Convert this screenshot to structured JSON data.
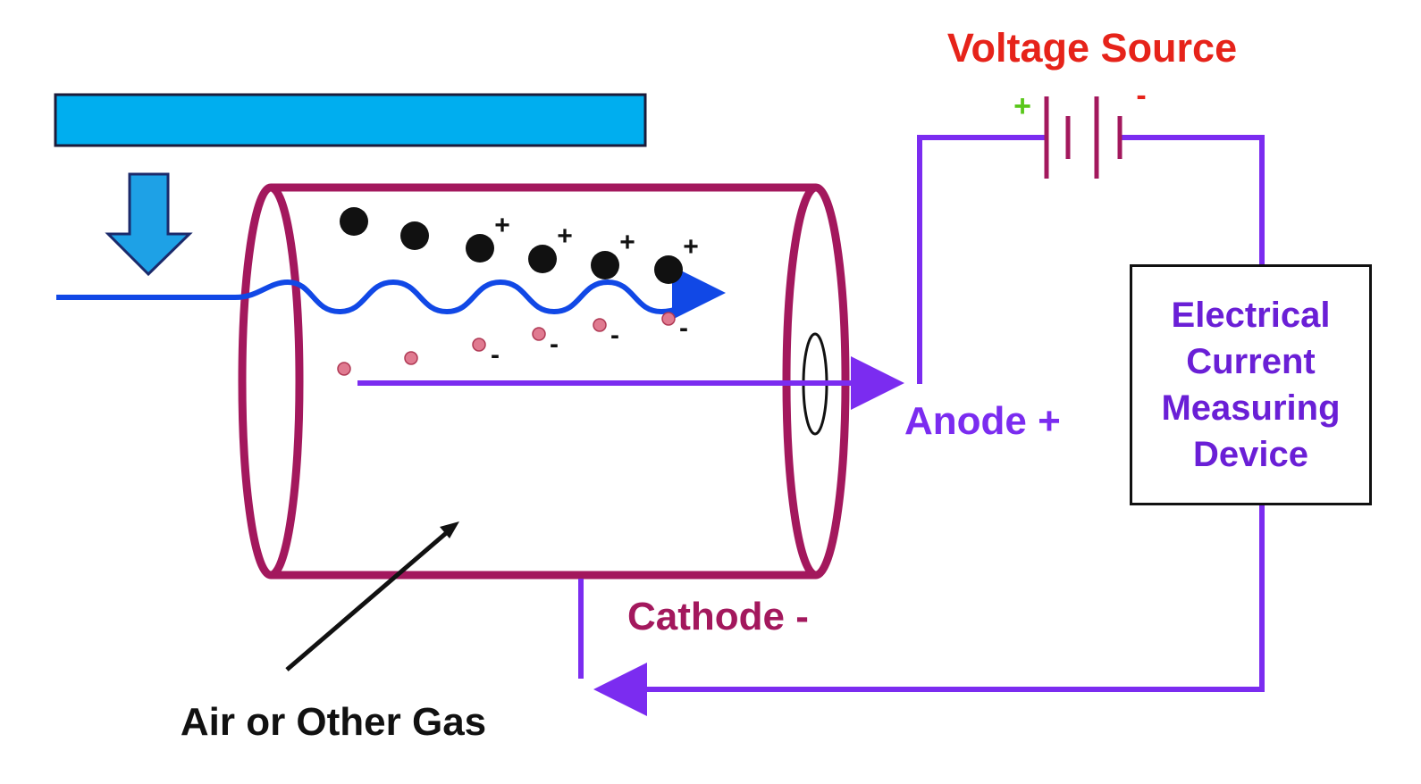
{
  "labels": {
    "voltage_source": "Voltage Source",
    "battery_plus": "+",
    "battery_minus": "-",
    "anode": "Anode +",
    "cathode": "Cathode -",
    "gas": "Air or Other Gas",
    "positive_sign": "+",
    "negative_sign": "-"
  },
  "device": {
    "lines": [
      "Electrical",
      "Current",
      "Measuring",
      "Device"
    ]
  },
  "colors": {
    "chamber": "#a3185d",
    "circuit": "#7b2cf0",
    "wave": "#1148e6",
    "voltage_label": "#e6231a",
    "device_text": "#6a1fd6",
    "battery_plus": "#59c71a",
    "battery_minus": "#e6231a",
    "radiation_source_bar": "#00aeef",
    "electron": "#e07a90"
  },
  "icons": {
    "radiation_arrow": "down-arrow-icon",
    "battery": "battery-icon"
  }
}
